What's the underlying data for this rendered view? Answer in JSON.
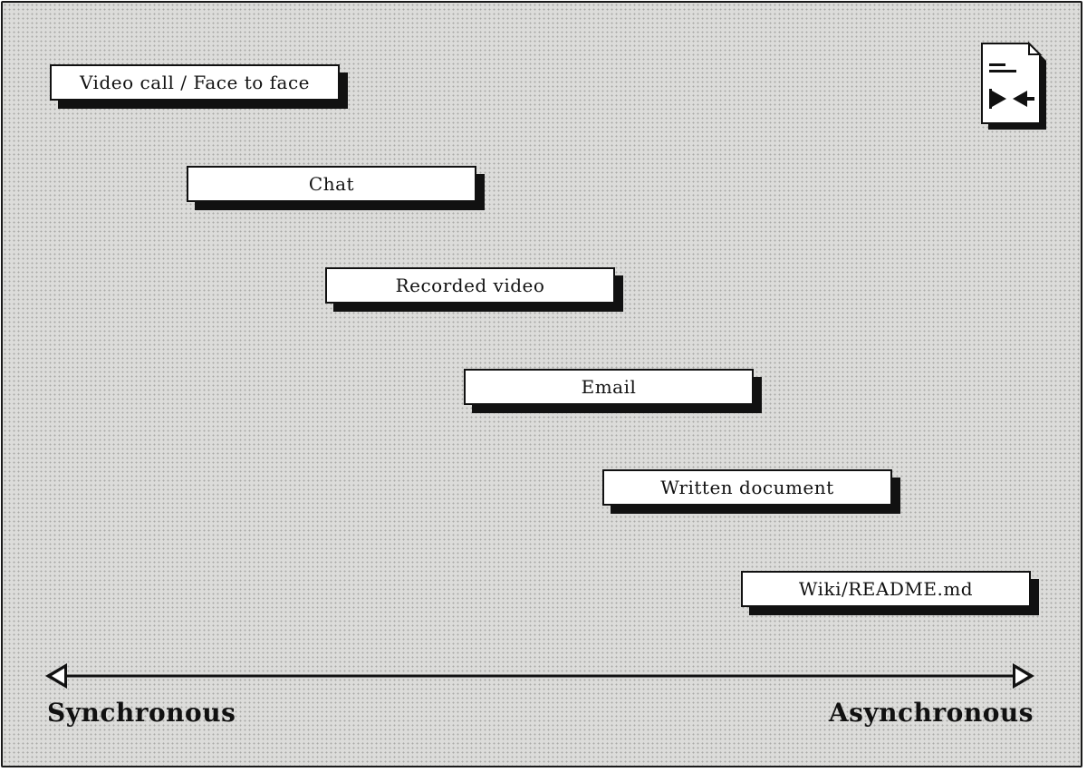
{
  "nodes": [
    {
      "label": "Video call / Face to face"
    },
    {
      "label": "Chat"
    },
    {
      "label": "Recorded video"
    },
    {
      "label": "Email"
    },
    {
      "label": "Written document"
    },
    {
      "label": "Wiki/README.md"
    }
  ],
  "axis": {
    "left_label": "Synchronous",
    "right_label": "Asynchronous"
  },
  "icons": {
    "corner": "document-icon"
  }
}
